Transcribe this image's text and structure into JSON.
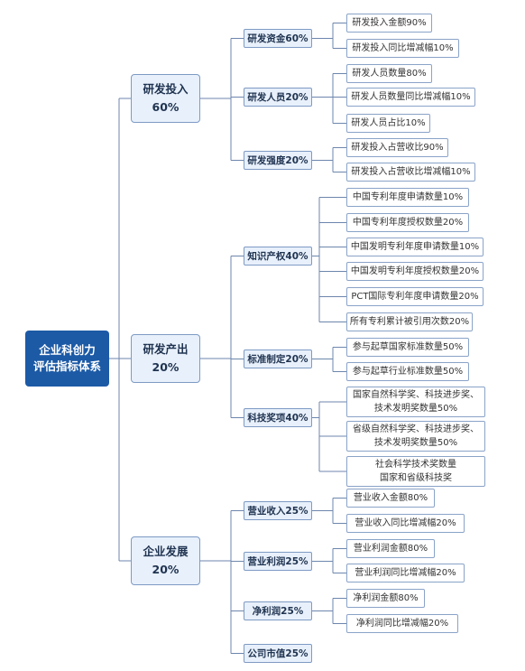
{
  "root": {
    "label": "企业科创力\n评估指标体系"
  },
  "categories": [
    {
      "label": "研发投入\n60%",
      "subs": [
        {
          "label": "研发资金60%",
          "leaves": [
            "研发投入金额90%",
            "研发投入同比增减幅10%"
          ]
        },
        {
          "label": "研发人员20%",
          "leaves": [
            "研发人员数量80%",
            "研发人员数量同比增减幅10%",
            "研发人员占比10%"
          ]
        },
        {
          "label": "研发强度20%",
          "leaves": [
            "研发投入占营收比90%",
            "研发投入占营收比增减幅10%"
          ]
        }
      ]
    },
    {
      "label": "研发产出\n20%",
      "subs": [
        {
          "label": "知识产权40%",
          "leaves": [
            "中国专利年度申请数量10%",
            "中国专利年度授权数量20%",
            "中国发明专利年度申请数量10%",
            "中国发明专利年度授权数量20%",
            "PCT国际专利年度申请数量20%",
            "所有专利累计被引用次数20%"
          ]
        },
        {
          "label": "标准制定20%",
          "leaves": [
            "参与起草国家标准数量50%",
            "参与起草行业标准数量50%"
          ]
        },
        {
          "label": "科技奖项40%",
          "leaves": [
            "国家自然科学奖、科技进步奖、\n技术发明奖数量50%",
            "省级自然科学奖、科技进步奖、\n技术发明奖数量50%",
            "社会科学技术奖数量\n国家和省级科技奖"
          ]
        }
      ]
    },
    {
      "label": "企业发展\n20%",
      "subs": [
        {
          "label": "营业收入25%",
          "leaves": [
            "营业收入金额80%",
            "营业收入同比增减幅20%"
          ]
        },
        {
          "label": "营业利润25%",
          "leaves": [
            "营业利润金额80%",
            "营业利润同比增减幅20%"
          ]
        },
        {
          "label": "净利润25%",
          "leaves": [
            "净利润金额80%",
            "净利润同比增减幅20%"
          ]
        },
        {
          "label": "公司市值25%",
          "leaves": []
        }
      ]
    }
  ]
}
